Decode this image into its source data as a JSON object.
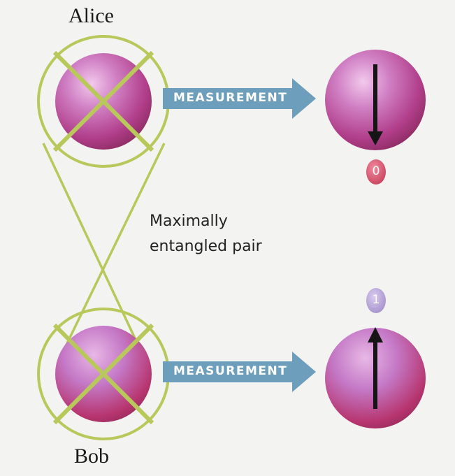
{
  "labels": {
    "alice": "Alice",
    "bob": "Bob",
    "pair_caption_line1": "Maximally",
    "pair_caption_line2": "entangled pair"
  },
  "arrows": {
    "top": "MEASUREMENT",
    "bottom": "MEASUREMENT"
  },
  "outcomes": {
    "top_value": "0",
    "bottom_value": "1"
  },
  "colors": {
    "background": "#f3f3f1",
    "entangle_ring": "#b9c85a",
    "arrow_fill": "#6d9fbd",
    "sphere_light": "#e6b4e0",
    "sphere_dark": "#b8326e",
    "badge_zero": "#d8556f",
    "badge_one": "#b9a6d6",
    "spin_arrow": "#151515"
  }
}
